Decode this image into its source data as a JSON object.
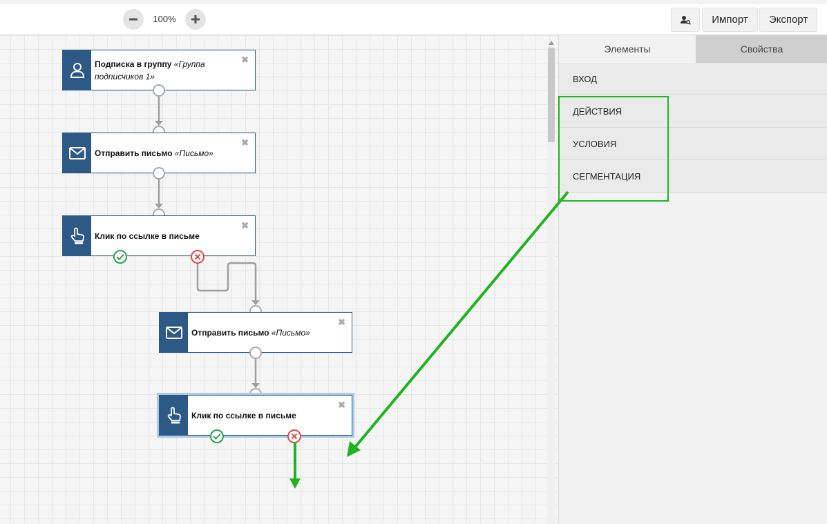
{
  "toolbar": {
    "zoom_level": "100%",
    "import_label": "Импорт",
    "export_label": "Экспорт"
  },
  "nodes": [
    {
      "title": "Подписка в группу",
      "subtitle": "«Группа подписчиков 1»",
      "icon": "user-icon"
    },
    {
      "title": "Отправить письмо",
      "subtitle": "«Письмо»",
      "icon": "envelope-icon"
    },
    {
      "title": "Клик по ссылке в письме",
      "subtitle": "",
      "icon": "hand-pointer-icon"
    },
    {
      "title": "Отправить письмо",
      "subtitle": "«Письмо»",
      "icon": "envelope-icon"
    },
    {
      "title": "Клик по ссылке в письме",
      "subtitle": "",
      "icon": "hand-pointer-icon"
    }
  ],
  "close_glyph": "✖",
  "panel": {
    "tabs": [
      {
        "label": "Элементы",
        "active": true
      },
      {
        "label": "Свойства",
        "active": false
      }
    ],
    "sections": [
      "ВХОД",
      "ДЕЙСТВИЯ",
      "УСЛОВИЯ",
      "СЕГМЕНТАЦИЯ"
    ]
  },
  "colors": {
    "node_accent": "#2d5986",
    "yes_port": "#27a050",
    "no_port": "#e04848",
    "annotation": "#1fb31f"
  }
}
